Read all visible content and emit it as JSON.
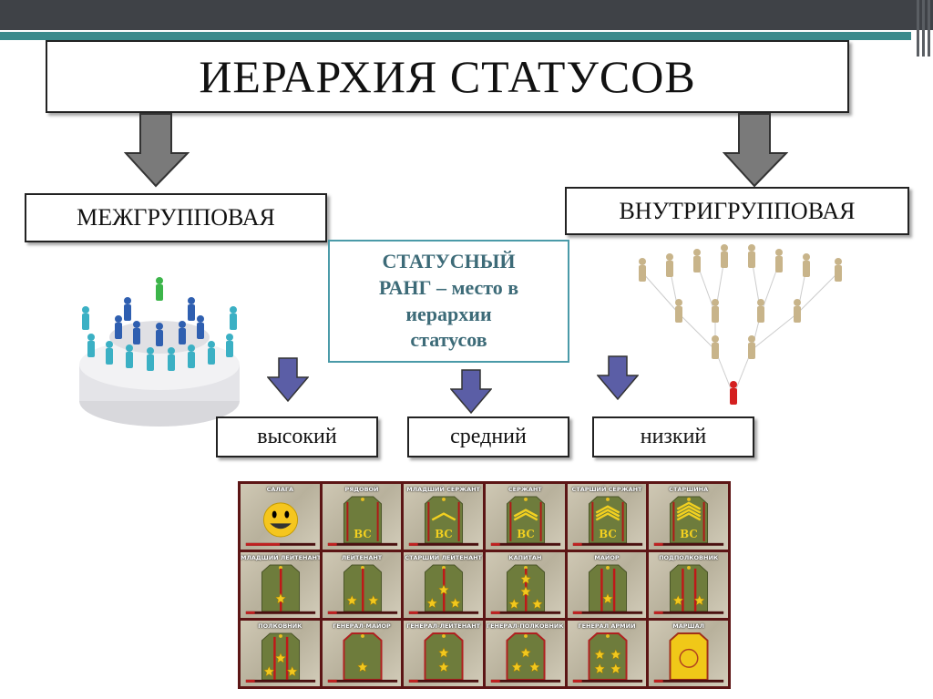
{
  "slide": {
    "title": "ИЕРАРХИЯ СТАТУСОВ",
    "left_branch": "МЕЖГРУППОВАЯ",
    "right_branch": "ВНУТРИГРУППОВАЯ",
    "center_lines": [
      "СТАТУСНЫЙ",
      "РАНГ – место в",
      "иерархии",
      "статусов"
    ],
    "levels": [
      "высокий",
      "средний",
      "низкий"
    ]
  },
  "colors": {
    "teal": "#3b8a8c",
    "arrow_gray": "#7a7a7a",
    "arrow_purple": "#5b5ea6",
    "center_text": "#3d6b78",
    "grid_border": "#5c1515"
  },
  "ranks": [
    {
      "name": "САЛАГА",
      "type": "smile",
      "stars": 0,
      "progress": 1
    },
    {
      "name": "РЯДОВОЙ",
      "type": "bc",
      "stripes": 0
    },
    {
      "name": "МЛАДШИЙ СЕРЖАНТ",
      "type": "bc",
      "stripes": 1
    },
    {
      "name": "СЕРЖАНТ",
      "type": "bc",
      "stripes": 2
    },
    {
      "name": "СТАРШИЙ СЕРЖАНТ",
      "type": "bc",
      "stripes": 3
    },
    {
      "name": "СТАРШИНА",
      "type": "bc",
      "stripes": 4
    },
    {
      "name": "МЛАДШИЙ ЛЕЙТЕНАНТ",
      "type": "officer",
      "lines": 1,
      "stars": 1
    },
    {
      "name": "ЛЕЙТЕНАНТ",
      "type": "officer",
      "lines": 1,
      "stars": 2
    },
    {
      "name": "СТАРШИЙ ЛЕЙТЕНАНТ",
      "type": "officer",
      "lines": 1,
      "stars": 3
    },
    {
      "name": "КАПИТАН",
      "type": "officer",
      "lines": 1,
      "stars": 4
    },
    {
      "name": "МАЙОР",
      "type": "officer",
      "lines": 2,
      "stars": 1
    },
    {
      "name": "ПОДПОЛКОВНИК",
      "type": "officer",
      "lines": 2,
      "stars": 2
    },
    {
      "name": "ПОЛКОВНИК",
      "type": "officer",
      "lines": 2,
      "stars": 3
    },
    {
      "name": "ГЕНЕРАЛ-МАЙОР",
      "type": "general",
      "stars": 1
    },
    {
      "name": "ГЕНЕРАЛ-ЛЕЙТЕНАНТ",
      "type": "general",
      "stars": 2
    },
    {
      "name": "ГЕНЕРАЛ-ПОЛКОВНИК",
      "type": "general",
      "stars": 3
    },
    {
      "name": "ГЕНЕРАЛ АРМИИ",
      "type": "general",
      "stars": 4
    },
    {
      "name": "МАРШАЛ",
      "type": "marshal"
    }
  ]
}
